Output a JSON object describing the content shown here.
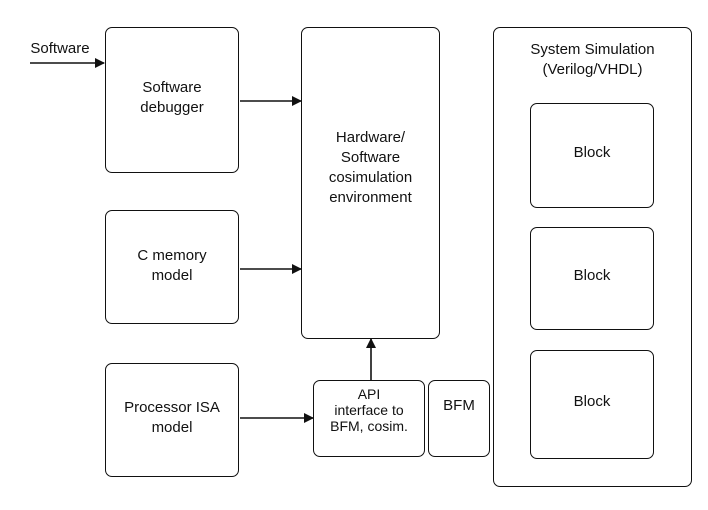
{
  "diagram": {
    "input_label": "Software",
    "software_debugger": "Software\ndebugger",
    "c_memory_model": "C memory\nmodel",
    "processor_isa_model": "Processor ISA\nmodel",
    "cosim_environment": "Hardware/\nSoftware\ncosimulation\nenvironment",
    "api_interface": "API\ninterface to\nBFM, cosim.",
    "bfm": "BFM",
    "system_simulation_title": "System Simulation\n(Verilog/VHDL)",
    "blocks": [
      "Block",
      "Block",
      "Block"
    ]
  }
}
